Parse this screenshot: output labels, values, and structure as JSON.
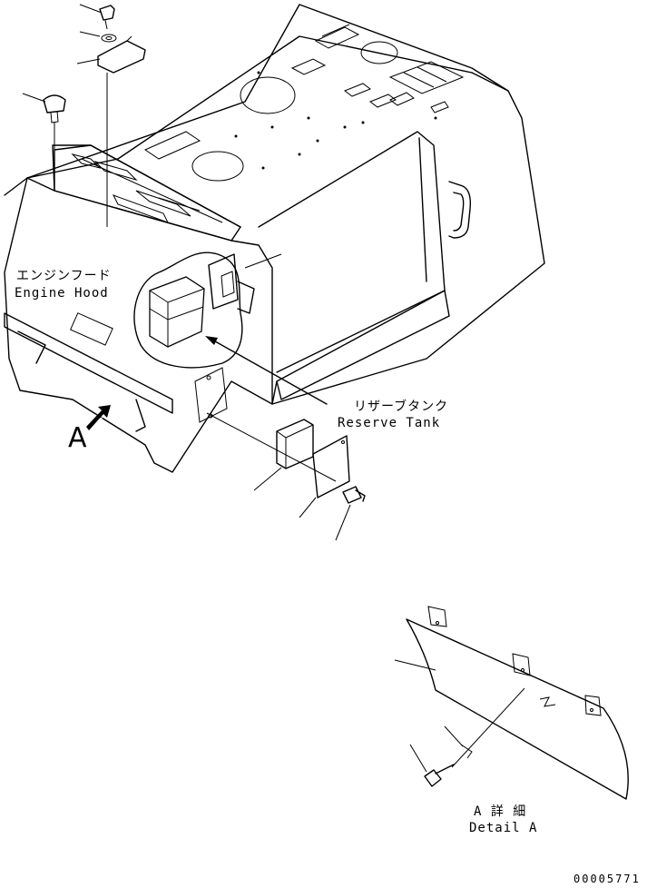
{
  "labels": {
    "engine_hood_jp": "エンジンフード",
    "engine_hood_en": "Engine Hood",
    "reserve_tank_jp": "リザーブタンク",
    "reserve_tank_en": "Reserve Tank",
    "view_marker": "A",
    "detail_jp": "A 詳 細",
    "detail_en": "Detail A",
    "drawing_number": "00005771"
  }
}
